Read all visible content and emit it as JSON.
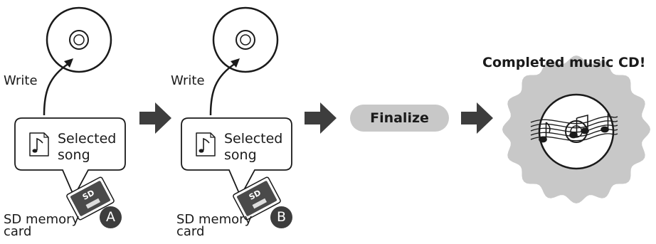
{
  "steps": [
    {
      "action_label": "Write",
      "song_line1": "Selected",
      "song_line2": "song",
      "card_label_line1": "SD memory",
      "card_label_line2": "card",
      "badge": "A"
    },
    {
      "action_label": "Write",
      "song_line1": "Selected",
      "song_line2": "song",
      "card_label_line1": "SD memory",
      "card_label_line2": "card",
      "badge": "B"
    }
  ],
  "finalize_label": "Finalize",
  "result_title": "Completed music CD!",
  "colors": {
    "ink": "#1a1a1a",
    "arrow": "#3d3d3d",
    "badge": "#3d3d3d",
    "finalize_pill": "#c8c8c8",
    "starburst": "#c8c8c8"
  }
}
